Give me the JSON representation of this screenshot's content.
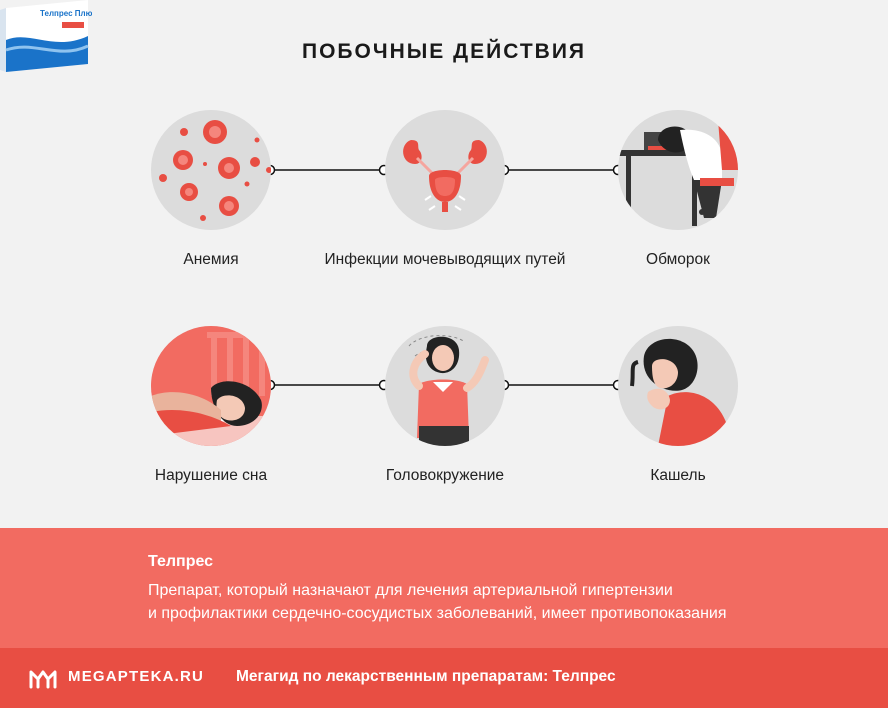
{
  "page_title": "ПОБОЧНЫЕ ДЕЙСТВИЯ",
  "side_effects": {
    "anemia": "Анемия",
    "uti": "Инфекции мочевыводящих путей",
    "fainting": "Обморок",
    "sleep": "Нарушение сна",
    "dizziness": "Головокружение",
    "cough": "Кашель"
  },
  "product": {
    "name": "Телпрес",
    "description_line1": "Препарат, который назначают для лечения артериальной гипертензии",
    "description_line2": "и профилактики сердечно-сосудистых заболеваний, имеет противопоказания",
    "pack_label": "Телпрес Плюс"
  },
  "footer": {
    "brand": "MEGAPTEKA.RU",
    "tagline": "Мегагид по лекарственным препаратам: Телпрес"
  },
  "colors": {
    "accent": "#f26b61",
    "footer": "#e84e43",
    "circle": "#dcdcdc"
  }
}
